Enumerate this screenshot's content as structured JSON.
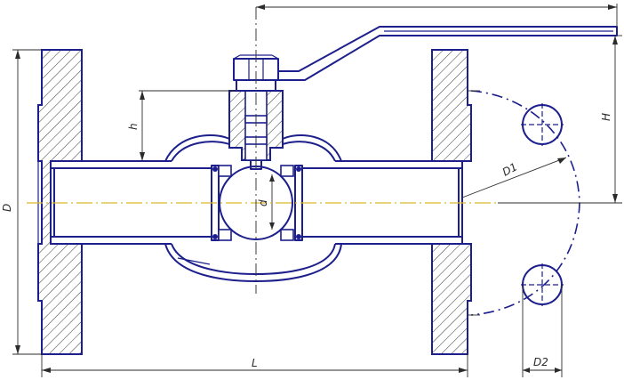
{
  "labels": {
    "D": "D",
    "L": "L",
    "h": "h",
    "H": "H",
    "d": "d",
    "D1": "D1",
    "D2": "D2"
  },
  "colors": {
    "outline": "#1c1f8c",
    "centerline": "#d9b82b",
    "dimension": "#2b2b2b"
  }
}
